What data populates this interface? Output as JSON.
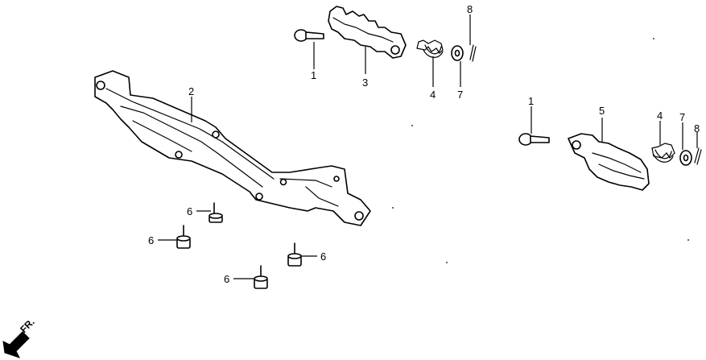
{
  "callouts": {
    "c1a": "1",
    "c1b": "1",
    "c2": "2",
    "c3": "3",
    "c4a": "4",
    "c4b": "4",
    "c5": "5",
    "c6a": "6",
    "c6b": "6",
    "c6c": "6",
    "c6d": "6",
    "c7a": "7",
    "c7b": "7",
    "c8a": "8",
    "c8b": "8"
  },
  "direction_indicator": {
    "label": "FR."
  },
  "colors": {
    "ink": "#000000",
    "paper": "#ffffff"
  }
}
